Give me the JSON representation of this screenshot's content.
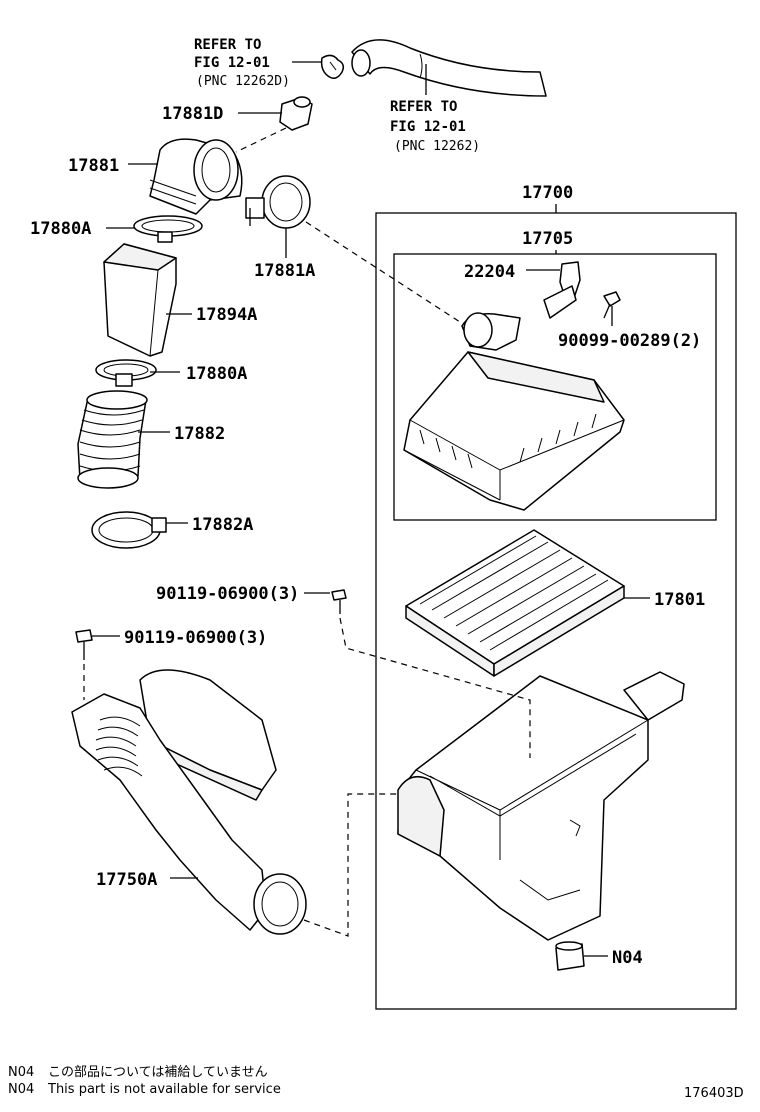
{
  "references": {
    "upper_left": {
      "line1": "REFER TO",
      "line2": "FIG 12-01",
      "line3": "(PNC 12262D)"
    },
    "upper_right": {
      "line1": "REFER TO",
      "line2": "FIG 12-01",
      "line3": "(PNC 12262)"
    }
  },
  "callouts": {
    "p17881D": "17881D",
    "p17881": "17881",
    "p17880A_top": "17880A",
    "p17881A": "17881A",
    "p17894A": "17894A",
    "p17880A_mid": "17880A",
    "p17882": "17882",
    "p17882A": "17882A",
    "p17700": "17700",
    "p17705": "17705",
    "p22204": "22204",
    "p90099": "90099-00289(2)",
    "p17801": "17801",
    "p90119_a": "90119-06900(3)",
    "p90119_b": "90119-06900(3)",
    "p17750A": "17750A",
    "pN04": "N04"
  },
  "footer": {
    "note_jp_code": "N04",
    "note_jp_text": "この部品については補給していません",
    "note_en_code": "N04",
    "note_en_text": "This part is not available for service",
    "figure_id": "176403D"
  }
}
